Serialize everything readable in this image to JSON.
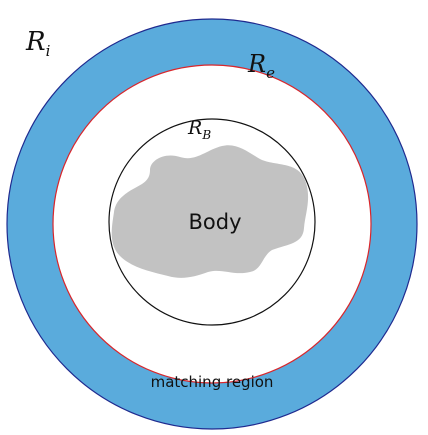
{
  "labels": {
    "r_i": {
      "main": "R",
      "sub": "i"
    },
    "r_e": {
      "main": "R",
      "sub": "e"
    },
    "r_b": {
      "main": "R",
      "sub": "B"
    },
    "body": "Body",
    "matching_region": "matching region"
  },
  "colors": {
    "matching_region_fill": "#5aabdc",
    "outer_circle_stroke": "#1f2a8f",
    "inner_boundary_stroke": "#d9262b",
    "body_fill": "#c2c2c2",
    "body_circle_stroke": "#111111",
    "background": "#ffffff"
  }
}
